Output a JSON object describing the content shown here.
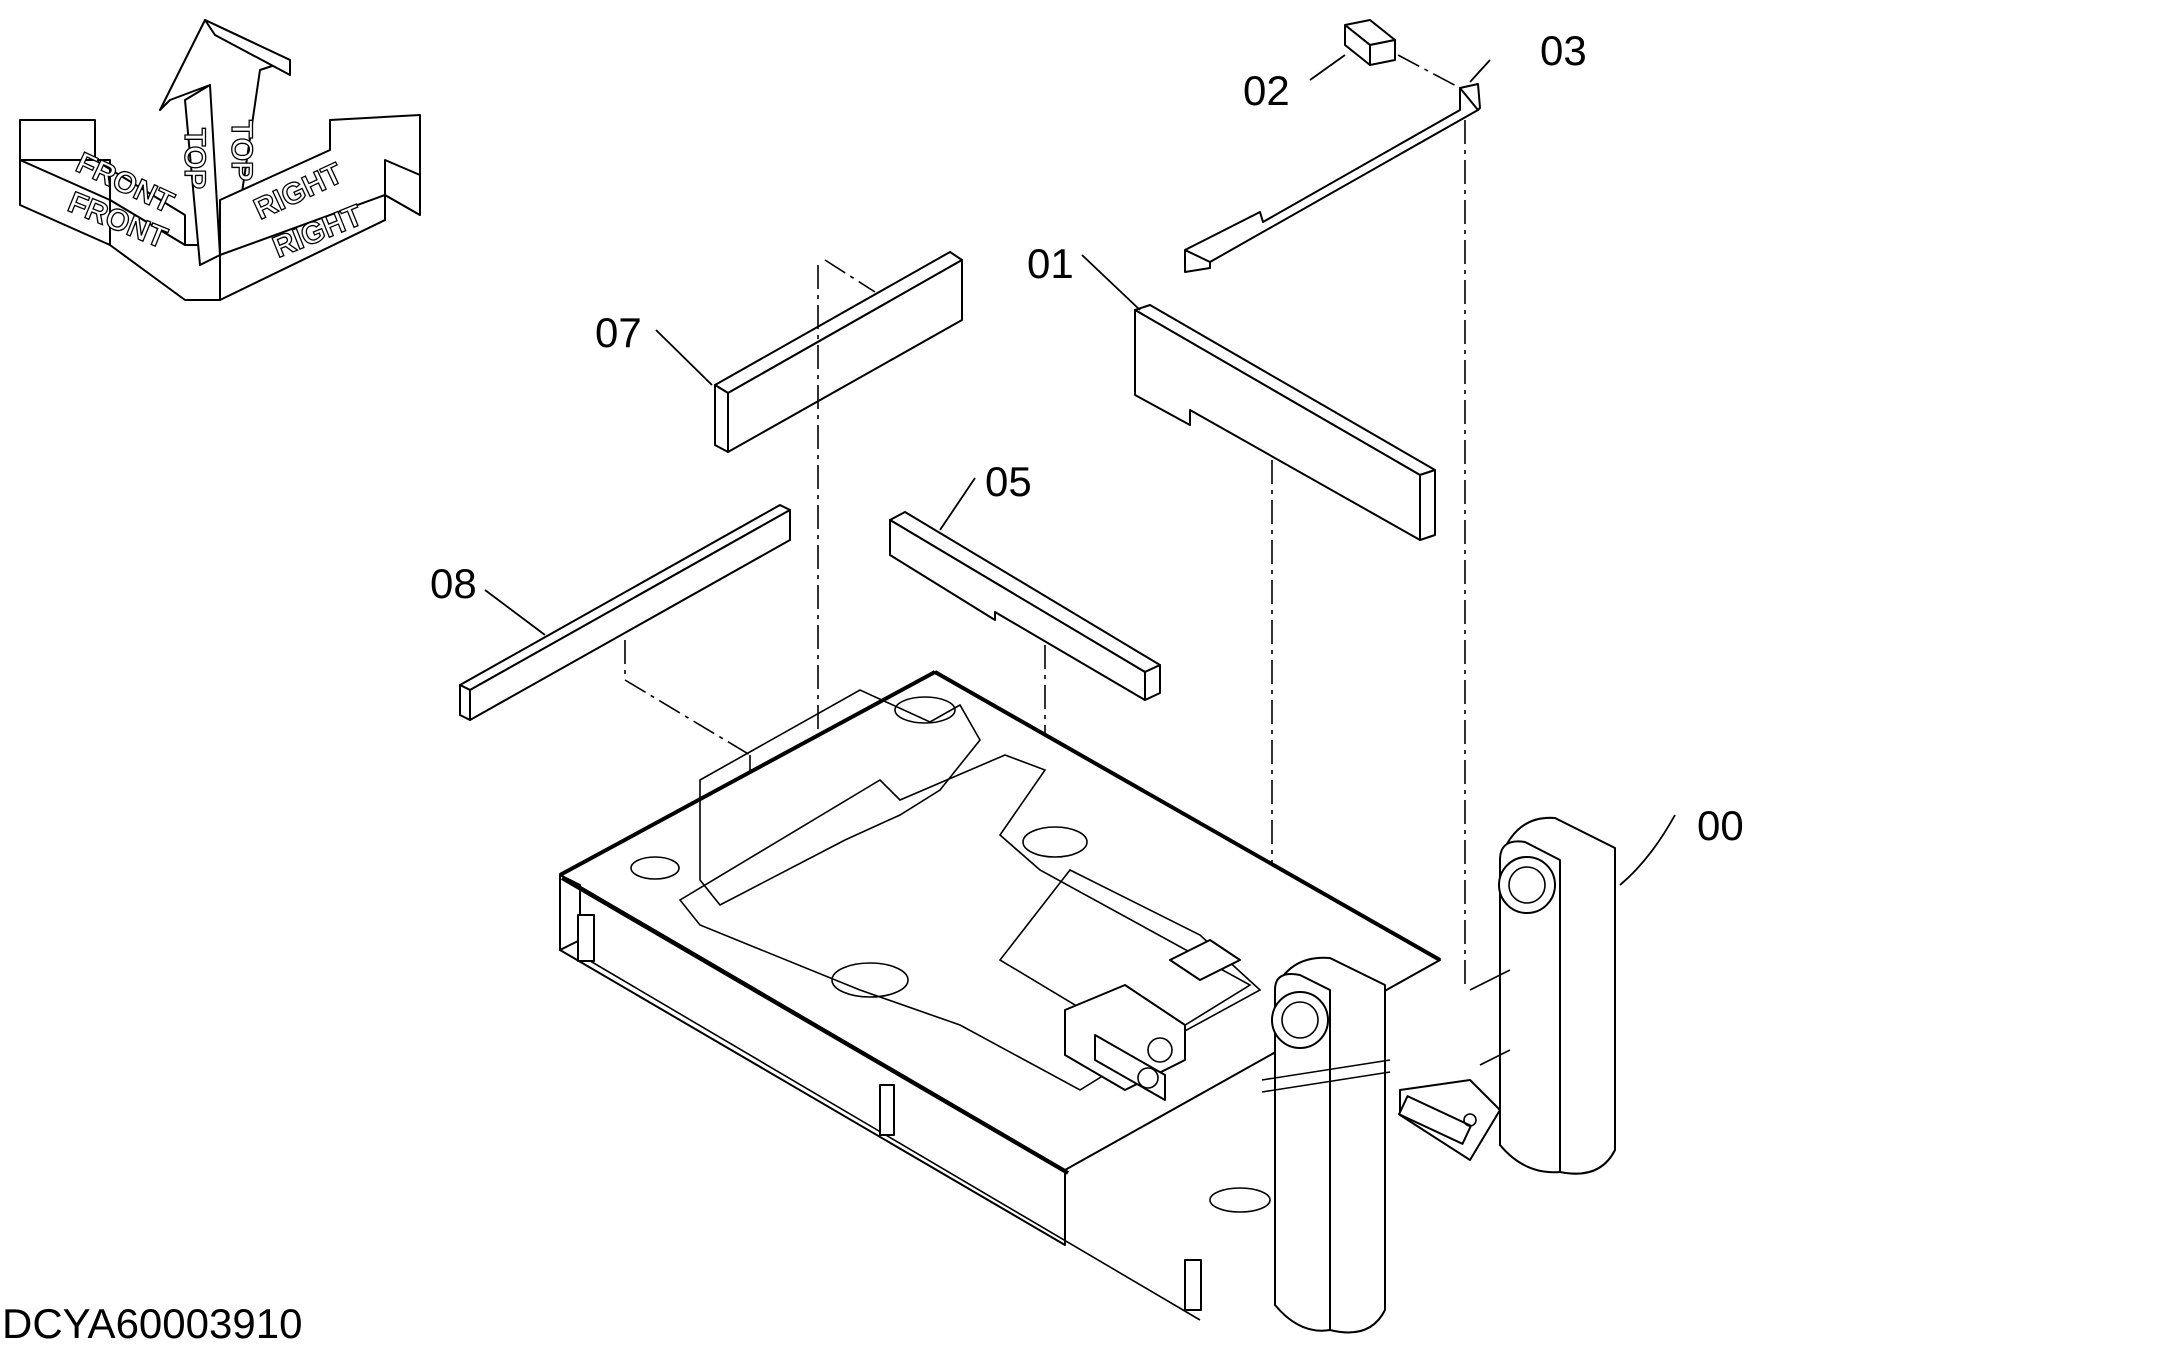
{
  "orientation": {
    "front_top": "FRONT",
    "front_bottom": "FRONT",
    "top_left": "TOP",
    "top_right": "TOP",
    "right_top": "RIGHT",
    "right_bottom": "RIGHT"
  },
  "callouts": {
    "c00": "00",
    "c01": "01",
    "c02": "02",
    "c03": "03",
    "c05": "05",
    "c07": "07",
    "c08": "08"
  },
  "drawing_code": "DCYA60003910"
}
